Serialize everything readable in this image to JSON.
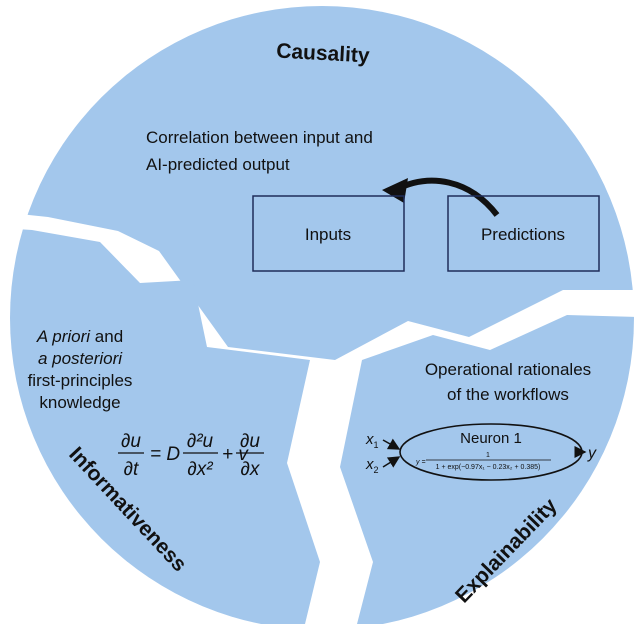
{
  "colors": {
    "piece_fill": "#a3c7ec",
    "background": "#ffffff",
    "box_stroke": "#1f2d5a",
    "text": "#111111"
  },
  "causality": {
    "title": "Causality",
    "description_line1": "Correlation between input and",
    "description_line2": "AI-predicted output",
    "inputs_label": "Inputs",
    "predictions_label": "Predictions",
    "arrow_icon": "curved-arrow-left"
  },
  "informativeness": {
    "title": "Informativeness",
    "line1_italic": "A priori",
    "line1_rest": " and",
    "line2_italic": "a posteriori",
    "line3": "first-principles",
    "line4": "knowledge",
    "equation": {
      "lhs_num": "∂u",
      "lhs_den": "∂t",
      "equals": "= D",
      "term1_num": "∂²u",
      "term1_den": "∂x²",
      "plus": "+ v",
      "term2_num": "∂u",
      "term2_den": "∂x"
    }
  },
  "explainability": {
    "title": "Explainability",
    "description_line1": "Operational rationales",
    "description_line2": "of the workflows",
    "neuron": {
      "name": "Neuron 1",
      "input1": "x",
      "input1_sub": "1",
      "input2": "x",
      "input2_sub": "2",
      "output": "y",
      "formula_lhs": "y =",
      "formula_num": "1",
      "formula_den": "1 + exp(−0.97x₁ − 0.23x₂ + 0.385)"
    }
  }
}
